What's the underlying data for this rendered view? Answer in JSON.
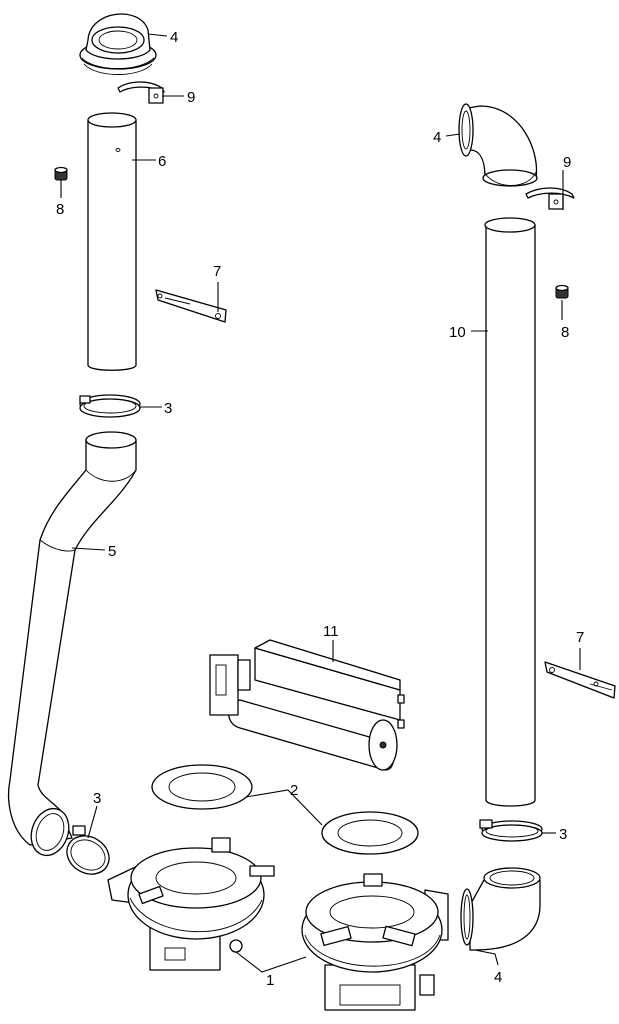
{
  "callouts": [
    {
      "id": "c4a",
      "text": "4"
    },
    {
      "id": "c9a",
      "text": "9"
    },
    {
      "id": "c6",
      "text": "6"
    },
    {
      "id": "c8a",
      "text": "8"
    },
    {
      "id": "c7a",
      "text": "7"
    },
    {
      "id": "c3a",
      "text": "3"
    },
    {
      "id": "c5",
      "text": "5"
    },
    {
      "id": "c4b",
      "text": "4"
    },
    {
      "id": "c9b",
      "text": "9"
    },
    {
      "id": "c10",
      "text": "10"
    },
    {
      "id": "c8b",
      "text": "8"
    },
    {
      "id": "c11",
      "text": "11"
    },
    {
      "id": "c7b",
      "text": "7"
    },
    {
      "id": "c3b",
      "text": "3"
    },
    {
      "id": "c3c",
      "text": "3"
    },
    {
      "id": "c2",
      "text": "2"
    },
    {
      "id": "c1",
      "text": "1"
    },
    {
      "id": "c4c",
      "text": "4"
    }
  ],
  "colors": {
    "line": "#000000",
    "background": "#ffffff",
    "shade": "#d9d9d9"
  }
}
